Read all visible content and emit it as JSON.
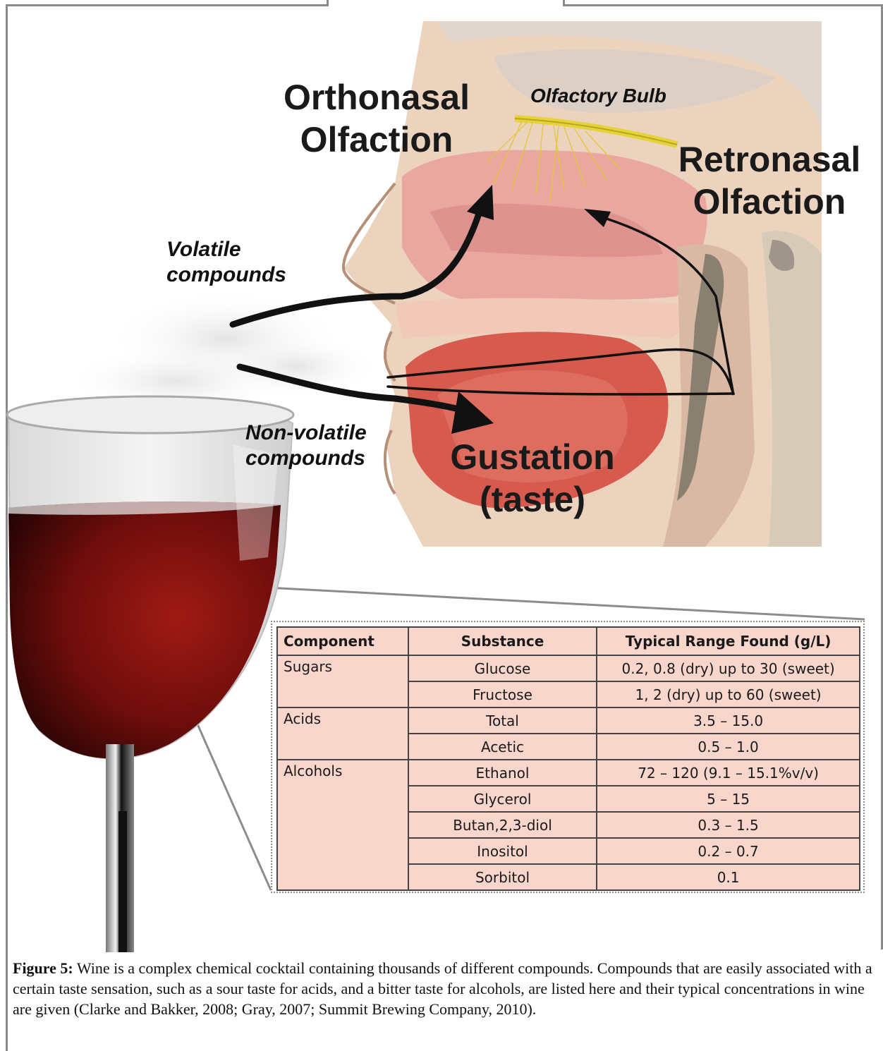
{
  "labels": {
    "orthonasal": [
      "Orthonasal",
      "Olfaction"
    ],
    "olfactory_bulb": "Olfactory Bulb",
    "retronasal": [
      "Retronasal",
      "Olfaction"
    ],
    "volatile": [
      "Volatile",
      "compounds"
    ],
    "non_volatile": [
      "Non-volatile",
      "compounds"
    ],
    "gustation": [
      "Gustation",
      "(taste)"
    ]
  },
  "table": {
    "headers": [
      "Component",
      "Substance",
      "Typical Range Found (g/L)"
    ],
    "groups": [
      {
        "component": "Sugars",
        "rows": [
          {
            "substance": "Glucose",
            "range": "0.2, 0.8 (dry) up to 30 (sweet)"
          },
          {
            "substance": "Fructose",
            "range": "1, 2 (dry) up to 60 (sweet)"
          }
        ]
      },
      {
        "component": "Acids",
        "rows": [
          {
            "substance": "Total",
            "range": "3.5 – 15.0"
          },
          {
            "substance": "Acetic",
            "range": "0.5 – 1.0"
          }
        ]
      },
      {
        "component": "Alcohols",
        "rows": [
          {
            "substance": "Ethanol",
            "range": "72 – 120 (9.1 – 15.1%v/v)"
          },
          {
            "substance": "Glycerol",
            "range": "5 – 15"
          },
          {
            "substance": "Butan,2,3-diol",
            "range": "0.3 – 1.5"
          },
          {
            "substance": "Inositol",
            "range": "0.2 – 0.7"
          },
          {
            "substance": "Sorbitol",
            "range": "0.1"
          }
        ]
      }
    ]
  },
  "caption": {
    "label": "Figure 5:",
    "text": " Wine is a complex chemical cocktail containing thousands of different compounds. Compounds that are easily associated with a certain taste sensation, such as a sour taste for acids, and a bitter taste for alcohols, are listed here and their typical concentrations in wine are given (Clarke and Bakker, 2008; Gray, 2007; Summit Brewing Company, 2010)."
  },
  "colors": {
    "wine": "#7a1010",
    "wine_dark": "#2a0505",
    "table_fill": "#f9d6cc",
    "skin": "#e8c6a8",
    "nasal": "#e9a7a0",
    "bulb": "#e6d33a"
  }
}
